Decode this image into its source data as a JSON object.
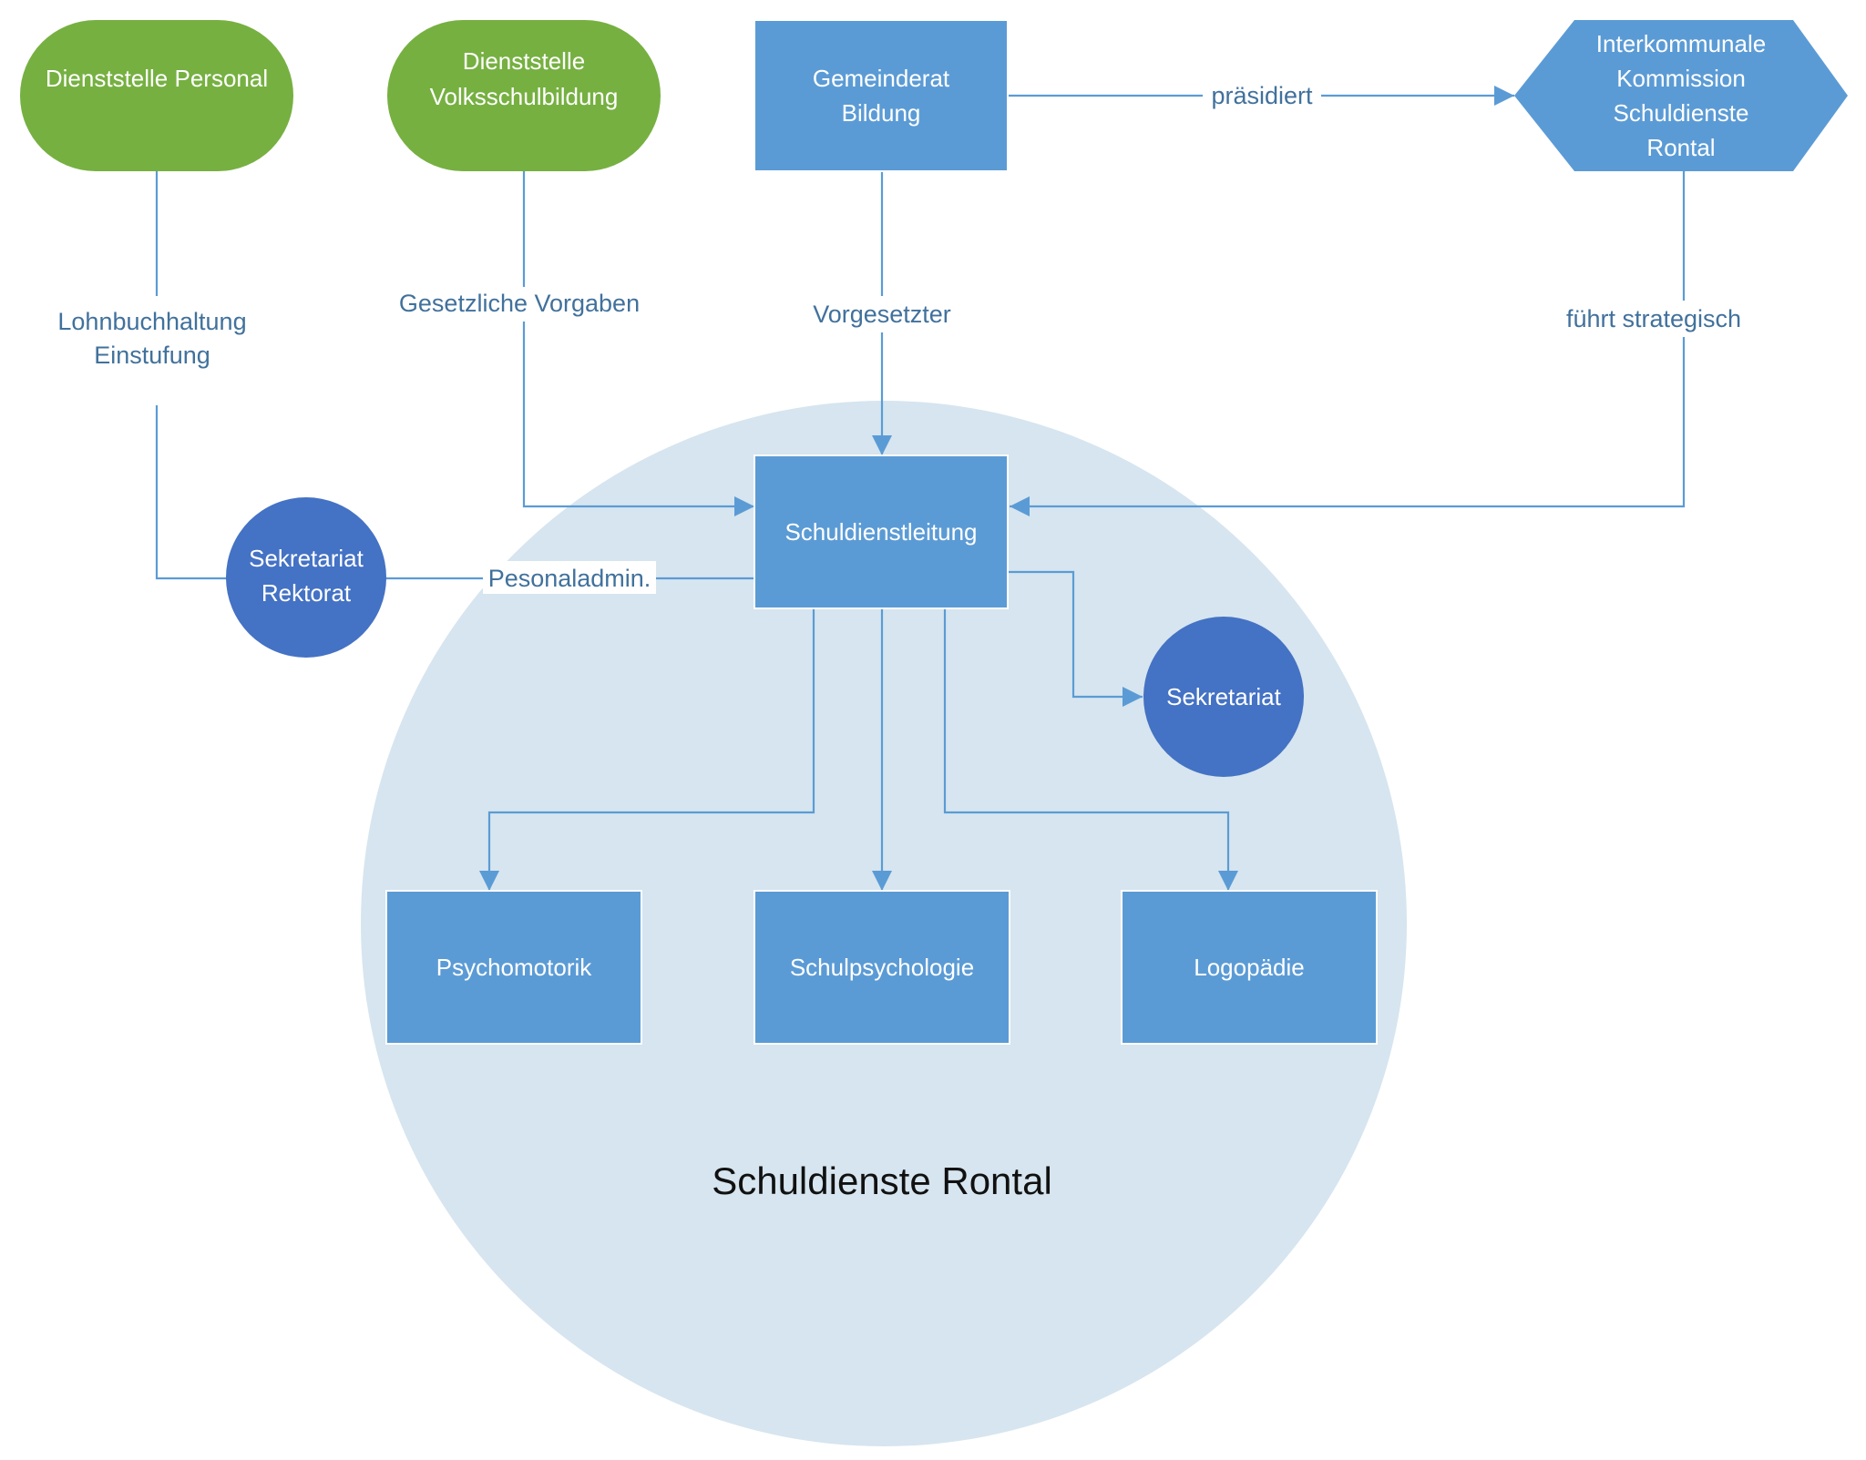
{
  "colors": {
    "green": "#76b041",
    "box_blue": "#5b9bd5",
    "circle_blue": "#4472c4",
    "background_circle": "#d6e5ef",
    "edge": "#5b9bd5",
    "edge_label": "#41719c"
  },
  "nodes": {
    "dienststelle_personal": {
      "lines": [
        "Dienststelle Personal"
      ]
    },
    "dienststelle_volksschulbildung": {
      "lines": [
        "Dienststelle",
        "Volksschulbildung"
      ]
    },
    "gemeinderat_bildung": {
      "lines": [
        "Gemeinderat",
        "Bildung"
      ]
    },
    "interkommunale_kommission": {
      "lines": [
        "Interkommunale",
        "Kommission",
        "Schuldienste",
        "Rontal"
      ]
    },
    "schuldienstleitung": {
      "lines": [
        "Schuldienstleitung"
      ]
    },
    "sekretariat_rektorat": {
      "lines": [
        "Sekretariat",
        "Rektorat"
      ]
    },
    "sekretariat": {
      "lines": [
        "Sekretariat"
      ]
    },
    "psychomotorik": {
      "lines": [
        "Psychomotorik"
      ]
    },
    "schulpsychologie": {
      "lines": [
        "Schulpsychologie"
      ]
    },
    "logopaedie": {
      "lines": [
        "Logopädie"
      ]
    }
  },
  "edge_labels": {
    "praesidiert": [
      "präsidiert"
    ],
    "lohnbuchhaltung": [
      "Lohnbuchhaltung",
      "Einstufung"
    ],
    "gesetzliche_vorgaben": [
      "Gesetzliche Vorgaben"
    ],
    "vorgesetzter": [
      "Vorgesetzter"
    ],
    "fuehrt_strategisch": [
      "führt strategisch"
    ],
    "personaladmin": [
      "Pesonaladmin."
    ]
  },
  "group_label": "Schuldienste Rontal"
}
